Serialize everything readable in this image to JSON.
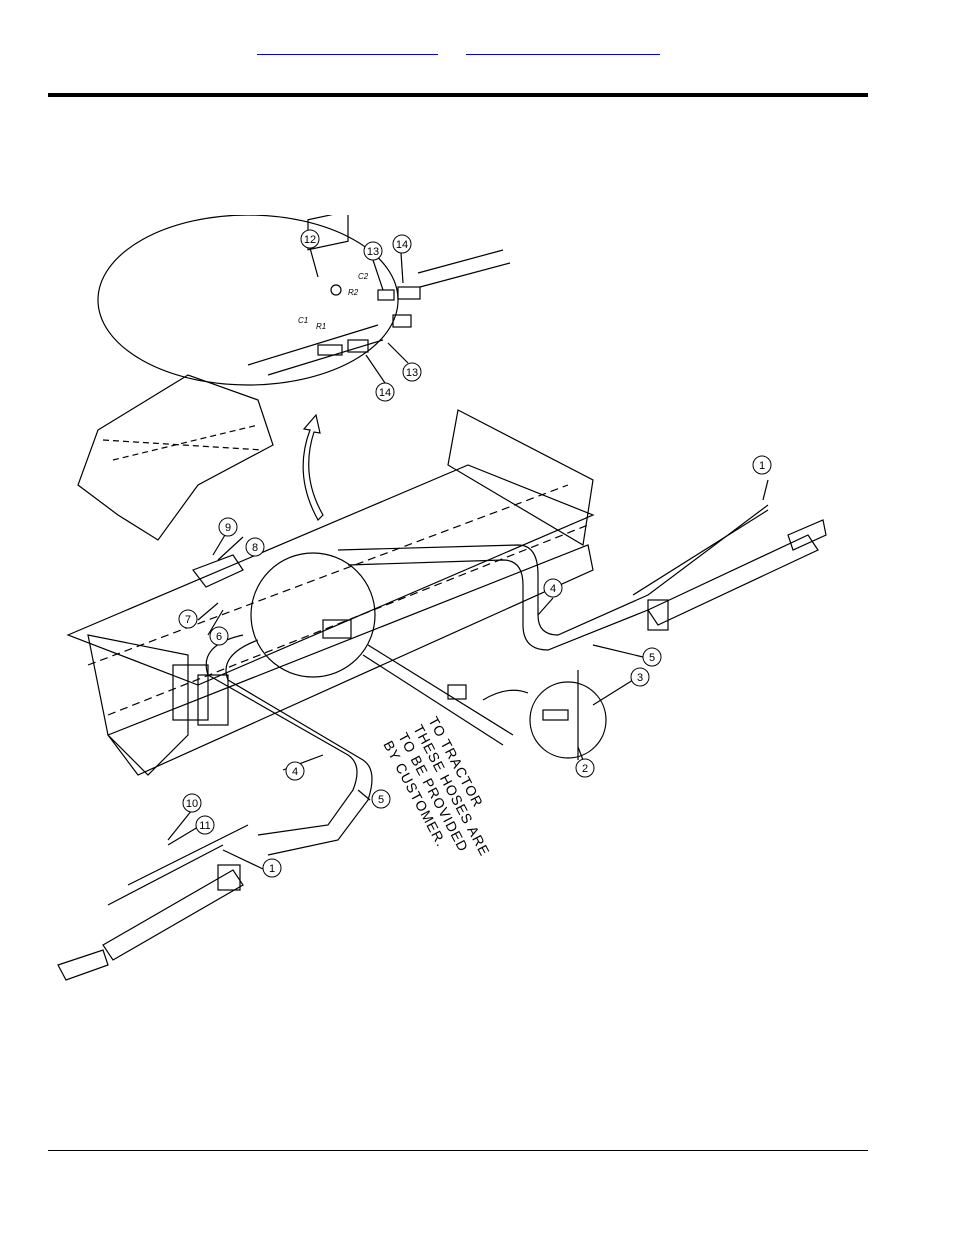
{
  "header": {
    "links": [
      {
        "label": ""
      },
      {
        "label": ""
      }
    ]
  },
  "callouts": [
    "1",
    "2",
    "3",
    "4",
    "5",
    "6",
    "7",
    "8",
    "9",
    "10",
    "11",
    "12",
    "13",
    "14"
  ],
  "detail_port_labels": {
    "c1": "C1",
    "c2": "C2",
    "r1": "R1",
    "r2": "R2"
  },
  "note": {
    "lines": [
      "TO TRACTOR",
      "THESE HOSES ARE",
      "TO BE PROVIDED",
      "BY CUSTOMER."
    ]
  }
}
